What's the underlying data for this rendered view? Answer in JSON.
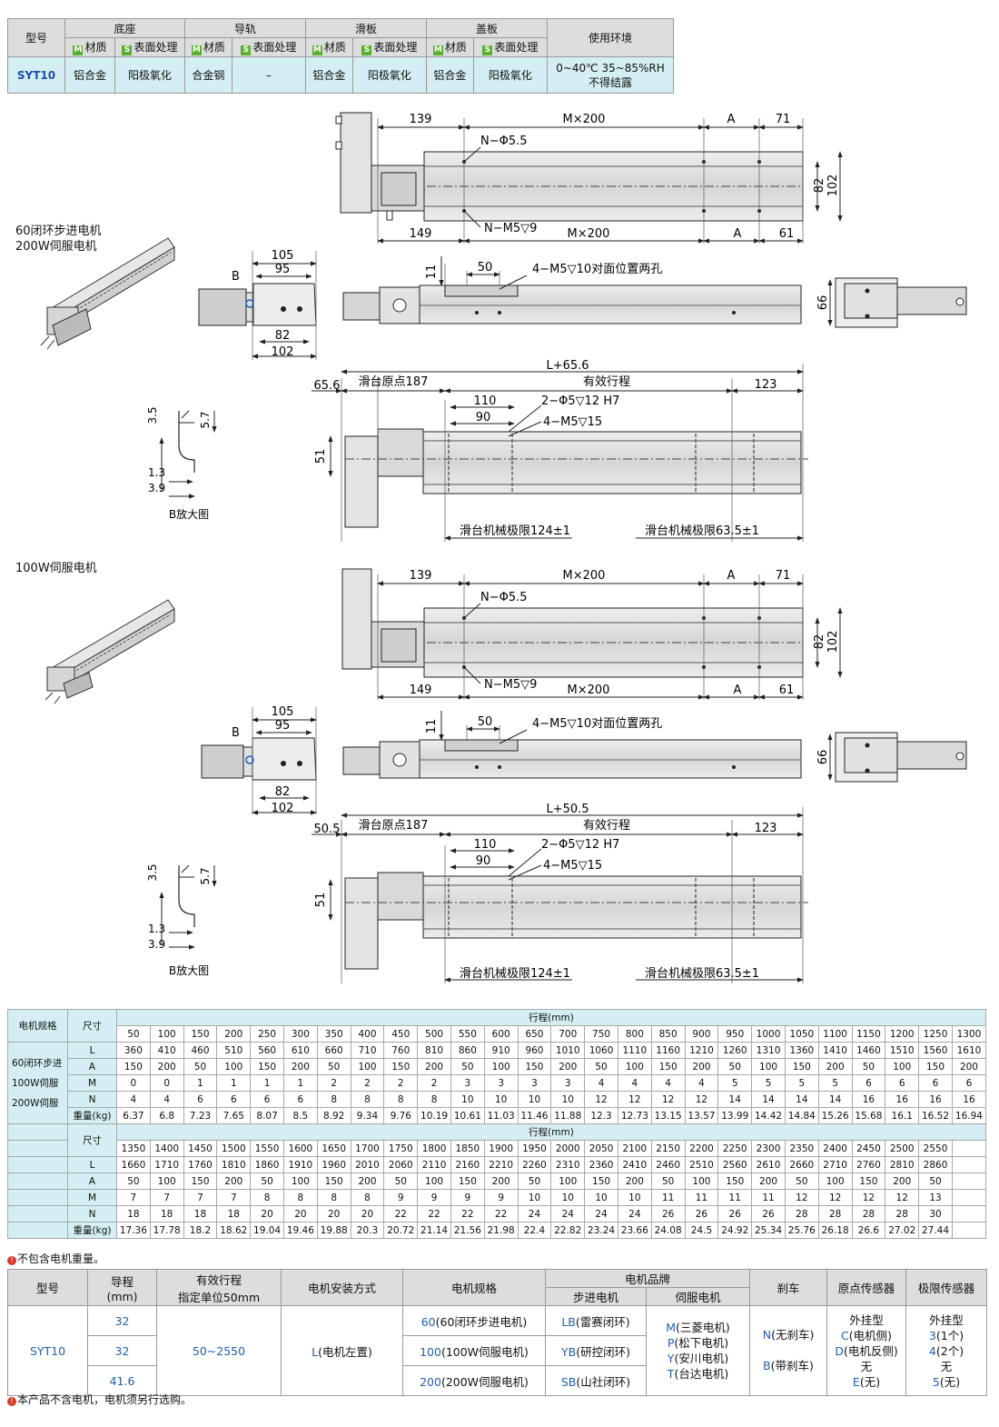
{
  "materials_table": {
    "col_model": "型号",
    "col_base": "底座",
    "col_rail": "导轨",
    "col_slider": "滑板",
    "col_cover": "盖板",
    "col_env": "使用环境",
    "sub_material": "材质",
    "sub_surface": "表面处理",
    "tag_m": "M",
    "tag_s": "S",
    "row_model": "SYT10",
    "cells": [
      "铝合金",
      "阳极氧化",
      "合金钢",
      "–",
      "铝合金",
      "阳极氧化",
      "铝合金",
      "阳极氧化"
    ],
    "env_line1": "0~40℃ 35~85%RH",
    "env_line2": "不得结露"
  },
  "labels": {
    "motor_label_a1": "60闭环步进电机",
    "motor_label_a2": "200W伺服电机",
    "motor_label_b": "100W伺服电机",
    "b_enlarged": "B放大图"
  },
  "dims": {
    "d139": "139",
    "m200": "M×200",
    "dA": "A",
    "d71": "71",
    "n55": "N−Φ5.5",
    "d82": "82",
    "d102": "102",
    "d149": "149",
    "nm5": "N−M5▽9",
    "d61": "61",
    "d105": "105",
    "d95": "95",
    "dB": "B",
    "d11": "11",
    "d50": "50",
    "holes": "4−M5▽10对面位置两孔",
    "d66": "66",
    "L656": "L+65.6",
    "d656": "65.6",
    "L505": "L+50.5",
    "d505": "50.5",
    "origin": "滑台原点187",
    "stroke": "有效行程",
    "d123": "123",
    "d110": "110",
    "pin": "2−Φ5▽12 H7",
    "d90": "90",
    "m515": "4−M5▽15",
    "d51": "51",
    "lim1": "滑台机械极限124±1",
    "lim2": "滑台机械极限63.5±1",
    "d35": "3.5",
    "d57": "5.7",
    "d13": "1.3",
    "d39": "3.9"
  },
  "spec_table": {
    "col_motor": "电机规格",
    "col_size": "尺寸",
    "stroke_header": "行程(mm)",
    "motor_types": [
      "60闭环步进",
      "100W伺服",
      "200W伺服"
    ],
    "row_labels": [
      "L",
      "A",
      "M",
      "N",
      "重量(kg)"
    ],
    "block1": {
      "strokes": [
        "50",
        "100",
        "150",
        "200",
        "250",
        "300",
        "350",
        "400",
        "450",
        "500",
        "550",
        "600",
        "650",
        "700",
        "750",
        "800",
        "850",
        "900",
        "950",
        "1000",
        "1050",
        "1100",
        "1150",
        "1200",
        "1250",
        "1300"
      ],
      "L": [
        "360",
        "410",
        "460",
        "510",
        "560",
        "610",
        "660",
        "710",
        "760",
        "810",
        "860",
        "910",
        "960",
        "1010",
        "1060",
        "1110",
        "1160",
        "1210",
        "1260",
        "1310",
        "1360",
        "1410",
        "1460",
        "1510",
        "1560",
        "1610"
      ],
      "A": [
        "150",
        "200",
        "50",
        "100",
        "150",
        "200",
        "50",
        "100",
        "150",
        "200",
        "50",
        "100",
        "150",
        "200",
        "50",
        "100",
        "150",
        "200",
        "50",
        "100",
        "150",
        "200",
        "50",
        "100",
        "150",
        "200"
      ],
      "M": [
        "0",
        "0",
        "1",
        "1",
        "1",
        "1",
        "2",
        "2",
        "2",
        "2",
        "3",
        "3",
        "3",
        "3",
        "4",
        "4",
        "4",
        "4",
        "5",
        "5",
        "5",
        "5",
        "6",
        "6",
        "6",
        "6"
      ],
      "N": [
        "4",
        "4",
        "6",
        "6",
        "6",
        "6",
        "8",
        "8",
        "8",
        "8",
        "10",
        "10",
        "10",
        "10",
        "12",
        "12",
        "12",
        "12",
        "14",
        "14",
        "14",
        "14",
        "16",
        "16",
        "16",
        "16"
      ],
      "W": [
        "6.37",
        "6.8",
        "7.23",
        "7.65",
        "8.07",
        "8.5",
        "8.92",
        "9.34",
        "9.76",
        "10.19",
        "10.61",
        "11.03",
        "11.46",
        "11.88",
        "12.3",
        "12.73",
        "13.15",
        "13.57",
        "13.99",
        "14.42",
        "14.84",
        "15.26",
        "15.68",
        "16.1",
        "16.52",
        "16.94"
      ]
    },
    "block2": {
      "strokes": [
        "1350",
        "1400",
        "1450",
        "1500",
        "1550",
        "1600",
        "1650",
        "1700",
        "1750",
        "1800",
        "1850",
        "1900",
        "1950",
        "2000",
        "2050",
        "2100",
        "2150",
        "2200",
        "2250",
        "2300",
        "2350",
        "2400",
        "2450",
        "2500",
        "2550"
      ],
      "L": [
        "1660",
        "1710",
        "1760",
        "1810",
        "1860",
        "1910",
        "1960",
        "2010",
        "2060",
        "2110",
        "2160",
        "2210",
        "2260",
        "2310",
        "2360",
        "2410",
        "2460",
        "2510",
        "2560",
        "2610",
        "2660",
        "2710",
        "2760",
        "2810",
        "2860"
      ],
      "A": [
        "50",
        "100",
        "150",
        "200",
        "50",
        "100",
        "150",
        "200",
        "50",
        "100",
        "150",
        "200",
        "50",
        "100",
        "150",
        "200",
        "50",
        "100",
        "150",
        "200",
        "50",
        "100",
        "150",
        "200",
        "50"
      ],
      "M": [
        "7",
        "7",
        "7",
        "7",
        "8",
        "8",
        "8",
        "8",
        "9",
        "9",
        "9",
        "9",
        "10",
        "10",
        "10",
        "10",
        "11",
        "11",
        "11",
        "11",
        "12",
        "12",
        "12",
        "12",
        "13"
      ],
      "N": [
        "18",
        "18",
        "18",
        "18",
        "20",
        "20",
        "20",
        "20",
        "22",
        "22",
        "22",
        "22",
        "24",
        "24",
        "24",
        "24",
        "26",
        "26",
        "26",
        "26",
        "28",
        "28",
        "28",
        "28",
        "30"
      ],
      "W": [
        "17.36",
        "17.78",
        "18.2",
        "18.62",
        "19.04",
        "19.46",
        "19.88",
        "20.3",
        "20.72",
        "21.14",
        "21.56",
        "21.98",
        "22.4",
        "22.82",
        "23.24",
        "23.66",
        "24.08",
        "24.5",
        "24.92",
        "25.34",
        "25.76",
        "26.18",
        "26.6",
        "27.02",
        "27.44"
      ]
    },
    "note": "不包含电机重量。",
    "note_mark": "!"
  },
  "order_table": {
    "h_model": "型号",
    "h_lead1": "导程",
    "h_lead2": "(mm)",
    "h_stroke1": "有效行程",
    "h_stroke2": "指定单位50mm",
    "h_mount": "电机安装方式",
    "h_motor_spec": "电机规格",
    "h_brand": "电机品牌",
    "h_stepper": "步进电机",
    "h_servo": "伺服电机",
    "h_brake": "刹车",
    "h_origin": "原点传感器",
    "h_limit": "极限传感器",
    "model": "SYT10",
    "leads": [
      "32",
      "32",
      "41.6"
    ],
    "stroke_range": "50~2550",
    "mount_code": "L",
    "mount_text": "(电机左置)",
    "motor_specs": [
      {
        "code": "60",
        "text": "(60闭环步进电机)"
      },
      {
        "code": "100",
        "text": "(100W伺服电机)"
      },
      {
        "code": "200",
        "text": "(200W伺服电机)"
      }
    ],
    "steppers": [
      {
        "code": "LB",
        "text": "(雷赛闭环)"
      },
      {
        "code": "YB",
        "text": "(研控闭环)"
      },
      {
        "code": "SB",
        "text": "(山社闭环)"
      }
    ],
    "servos": [
      {
        "code": "M",
        "text": "(三菱电机)"
      },
      {
        "code": "P",
        "text": "(松下电机)"
      },
      {
        "code": "Y",
        "text": "(安川电机)"
      },
      {
        "code": "T",
        "text": "(台达电机)"
      }
    ],
    "brakes": [
      {
        "code": "N",
        "text": "(无刹车)"
      },
      {
        "code": "B",
        "text": "(带刹车)"
      }
    ],
    "origin_title": "外挂型",
    "origin_items": [
      {
        "code": "C",
        "text": "(电机侧)"
      },
      {
        "code": "D",
        "text": "(电机反侧)"
      },
      {
        "code": "",
        "text": "无"
      },
      {
        "code": "E",
        "text": "(无)"
      }
    ],
    "limit_title": "外挂型",
    "limit_items": [
      {
        "code": "3",
        "text": "(1个)"
      },
      {
        "code": "4",
        "text": "(2个)"
      },
      {
        "code": "",
        "text": "无"
      },
      {
        "code": "5",
        "text": "(无)"
      }
    ],
    "note": "本产品不含电机，电机须另行选购。",
    "note_mark": "!"
  }
}
